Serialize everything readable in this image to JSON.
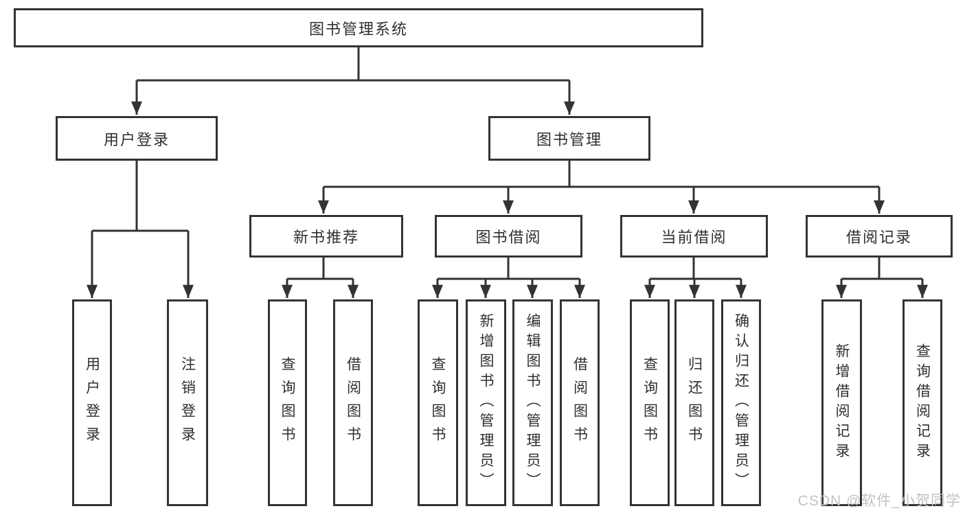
{
  "colors": {
    "line": "#333333",
    "text": "#2f2f2f",
    "box_fill": "#ffffff",
    "watermark": "#c2c2c2"
  },
  "watermark": {
    "text": "CSDN @软件_小贺同学"
  },
  "tree": {
    "label": "图书管理系统",
    "children": [
      {
        "label": "用户登录",
        "children": [
          {
            "label": "用户登录"
          },
          {
            "label": "注销登录"
          }
        ]
      },
      {
        "label": "图书管理",
        "children": [
          {
            "label": "新书推荐",
            "children": [
              {
                "label": "查询图书"
              },
              {
                "label": "借阅图书"
              }
            ]
          },
          {
            "label": "图书借阅",
            "children": [
              {
                "label": "查询图书"
              },
              {
                "label": "新增图书（管理员）"
              },
              {
                "label": "编辑图书（管理员）"
              },
              {
                "label": "借阅图书"
              }
            ]
          },
          {
            "label": "当前借阅",
            "children": [
              {
                "label": "查询图书"
              },
              {
                "label": "归还图书"
              },
              {
                "label": "确认归还（管理员）"
              }
            ]
          },
          {
            "label": "借阅记录",
            "children": [
              {
                "label": "新增借阅记录"
              },
              {
                "label": "查询借阅记录"
              }
            ]
          }
        ]
      }
    ]
  }
}
